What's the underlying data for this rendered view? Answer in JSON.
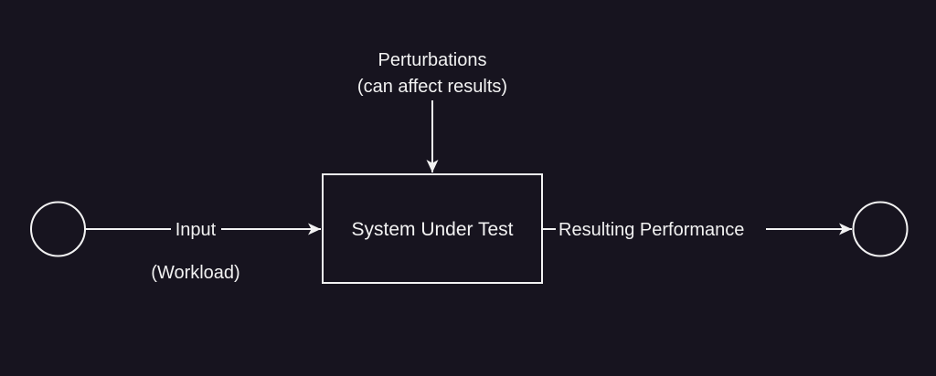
{
  "theme": {
    "background": "#17141f",
    "stroke": "#f2f2f2",
    "text": "#f2f2f2"
  },
  "diagram": {
    "title": "",
    "perturbations": {
      "line1": "Perturbations",
      "line2": "(can affect results)"
    },
    "input_edge": {
      "line1": "Input",
      "line2": "(Workload)"
    },
    "system_box": {
      "label": "System Under Test"
    },
    "output_edge": {
      "label": "Resulting Performance"
    }
  }
}
